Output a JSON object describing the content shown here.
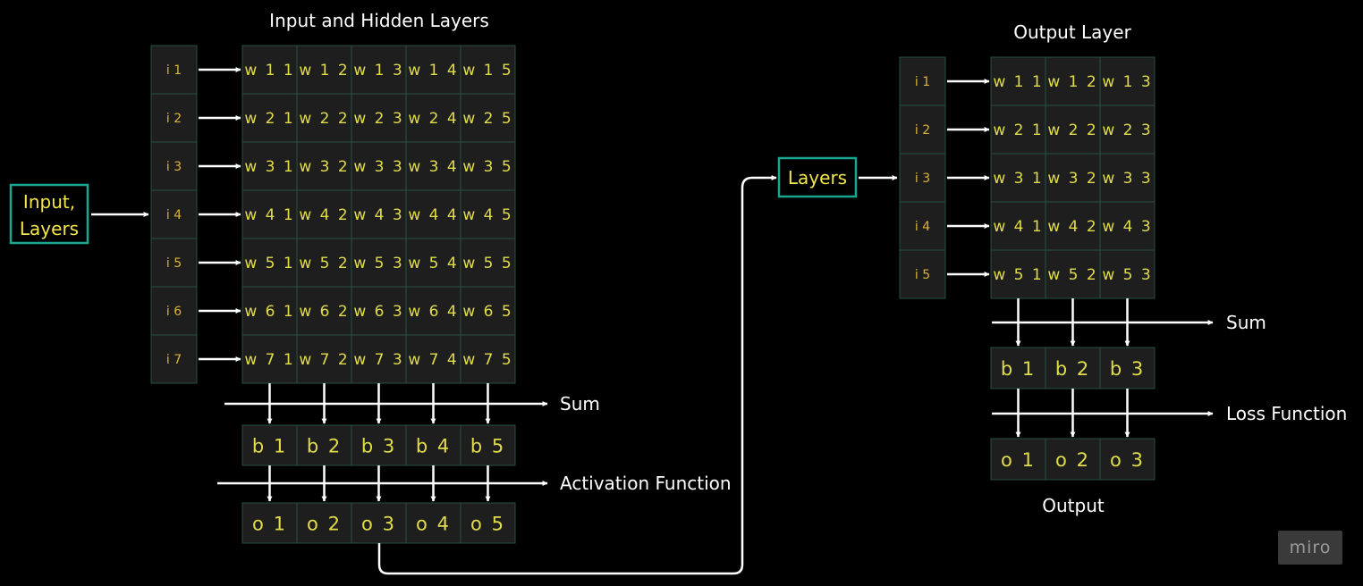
{
  "titles": {
    "left": "Input and Hidden Layers",
    "right": "Output Layer"
  },
  "left_inputs": [
    "i 1",
    "i 2",
    "i 3",
    "i 4",
    "i 5",
    "i 6",
    "i 7"
  ],
  "left_weights": [
    [
      "w 1 1",
      "w 1 2",
      "w 1 3",
      "w 1 4",
      "w 1 5"
    ],
    [
      "w 2 1",
      "w 2 2",
      "w 2 3",
      "w 2 4",
      "w 2 5"
    ],
    [
      "w 3 1",
      "w 3 2",
      "w 3 3",
      "w 3 4",
      "w 3 5"
    ],
    [
      "w 4 1",
      "w 4 2",
      "w 4 3",
      "w 4 4",
      "w 4 5"
    ],
    [
      "w 5 1",
      "w 5 2",
      "w 5 3",
      "w 5 4",
      "w 5 5"
    ],
    [
      "w 6 1",
      "w 6 2",
      "w 6 3",
      "w 6 4",
      "w 6 5"
    ],
    [
      "w 7 1",
      "w 7 2",
      "w 7 3",
      "w 7 4",
      "w 7 5"
    ]
  ],
  "left_biases": [
    "b 1",
    "b 2",
    "b 3",
    "b 4",
    "b 5"
  ],
  "left_outputs": [
    "o 1",
    "o 2",
    "o 3",
    "o 4",
    "o 5"
  ],
  "right_inputs": [
    "i 1",
    "i 2",
    "i 3",
    "i 4",
    "i 5"
  ],
  "right_weights": [
    [
      "w 1 1",
      "w 1 2",
      "w 1 3"
    ],
    [
      "w 2 1",
      "w 2 2",
      "w 2 3"
    ],
    [
      "w 3 1",
      "w 3 2",
      "w 3 3"
    ],
    [
      "w 4 1",
      "w 4 2",
      "w 4 3"
    ],
    [
      "w 5 1",
      "w 5 2",
      "w 5 3"
    ]
  ],
  "right_biases": [
    "b 1",
    "b 2",
    "b 3"
  ],
  "right_outputs": [
    "o 1",
    "o 2",
    "o 3"
  ],
  "labels": {
    "input_box_line1": "Input,",
    "input_box_line2": "Layers",
    "layers_box": "Layers",
    "left_sum": "Sum",
    "left_activation": "Activation Function",
    "right_sum": "Sum",
    "right_loss": "Loss Function",
    "output": "Output"
  },
  "watermark": "miro",
  "colors": {
    "background": "#000000",
    "cell_fill": "#1e1e1e",
    "cell_border": "#26503f",
    "cell_text": "#e0dc4a",
    "box_border": "#1aa78f"
  }
}
